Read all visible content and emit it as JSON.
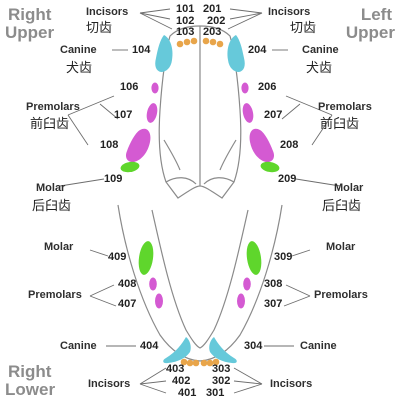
{
  "colors": {
    "canine": "#66c9da",
    "premolar": "#d45ad2",
    "molar": "#5fd62c",
    "incisor": "#e8a54a",
    "outline": "#8a8a8a",
    "leader": "#6d6d6d",
    "corner_text": "#8c8c8c"
  },
  "corners": {
    "upper_right": [
      "Right",
      "Upper"
    ],
    "upper_left": [
      "Left",
      "Upper"
    ],
    "lower_right": [
      "Right",
      "Lower"
    ]
  },
  "upper": {
    "incisors_right": {
      "label": "Incisors",
      "cn": "切齿"
    },
    "incisors_left": {
      "label": "Incisors",
      "cn": "切齿"
    },
    "incisor_numbers": [
      "101",
      "102",
      "103",
      "201",
      "202",
      "203"
    ],
    "canine_right": {
      "label": "Canine",
      "cn": "犬齿",
      "number": "104"
    },
    "canine_left": {
      "label": "Canine",
      "cn": "犬齿",
      "number": "204"
    },
    "premolars_right": {
      "label": "Premolars",
      "cn": "前臼齿",
      "numbers": [
        "106",
        "107",
        "108"
      ]
    },
    "premolars_left": {
      "label": "Premolars",
      "cn": "前臼齿",
      "numbers": [
        "206",
        "207",
        "208"
      ]
    },
    "molar_right": {
      "label": "Molar",
      "cn": "后臼齿",
      "number": "109"
    },
    "molar_left": {
      "label": "Molar",
      "cn": "后臼齿",
      "number": "209"
    }
  },
  "lower": {
    "molar_right": {
      "label": "Molar",
      "number": "409"
    },
    "molar_left": {
      "label": "Molar",
      "number": "309"
    },
    "premolars_right": {
      "label": "Premolars",
      "numbers": [
        "408",
        "407"
      ]
    },
    "premolars_left": {
      "label": "Premolars",
      "numbers": [
        "308",
        "307"
      ]
    },
    "canine_right": {
      "label": "Canine",
      "number": "404"
    },
    "canine_left": {
      "label": "Canine",
      "number": "304"
    },
    "incisors_right": {
      "label": "Incisors"
    },
    "incisors_left": {
      "label": "Incisors"
    },
    "incisor_numbers": [
      "403",
      "402",
      "401",
      "303",
      "302",
      "301"
    ]
  }
}
